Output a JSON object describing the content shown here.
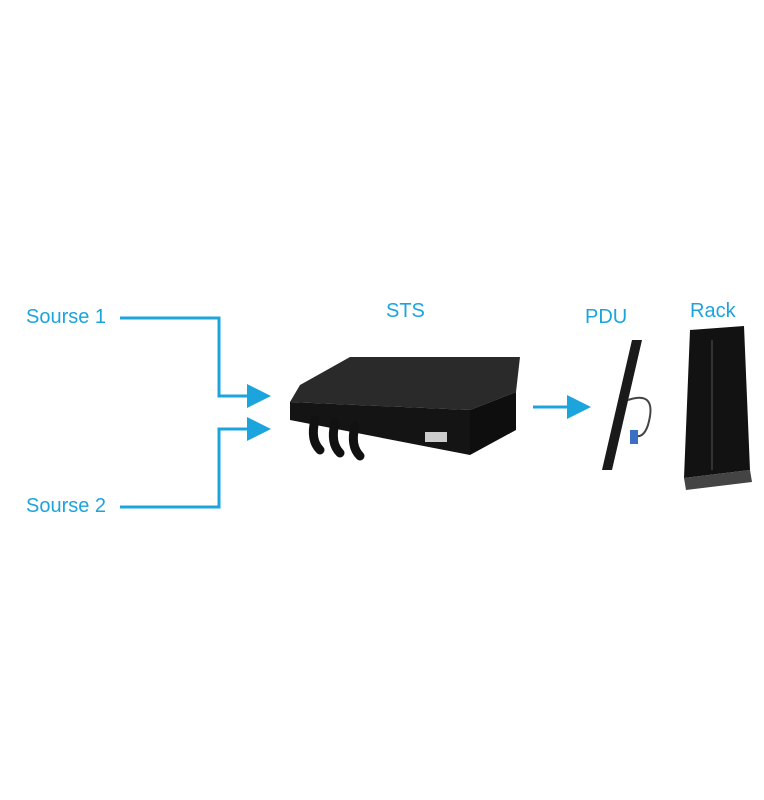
{
  "labels": {
    "source1": "Sourse 1",
    "source2": "Sourse 2",
    "sts": "STS",
    "pdu": "PDU",
    "rack": "Rack"
  },
  "colors": {
    "accent": "#1ca4dc",
    "device": "#1b1b1b"
  }
}
